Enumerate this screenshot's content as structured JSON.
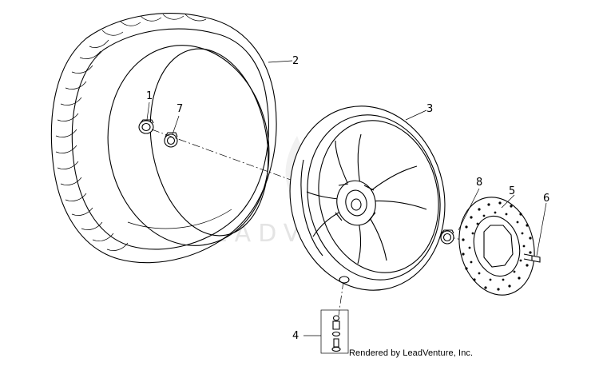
{
  "watermark": "LEADVENTURE",
  "credit": "Rendered by LeadVenture, Inc.",
  "callouts": {
    "c1": "1",
    "c2": "2",
    "c3": "3",
    "c4": "4",
    "c5": "5",
    "c6": "6",
    "c7": "7",
    "c8": "8"
  }
}
